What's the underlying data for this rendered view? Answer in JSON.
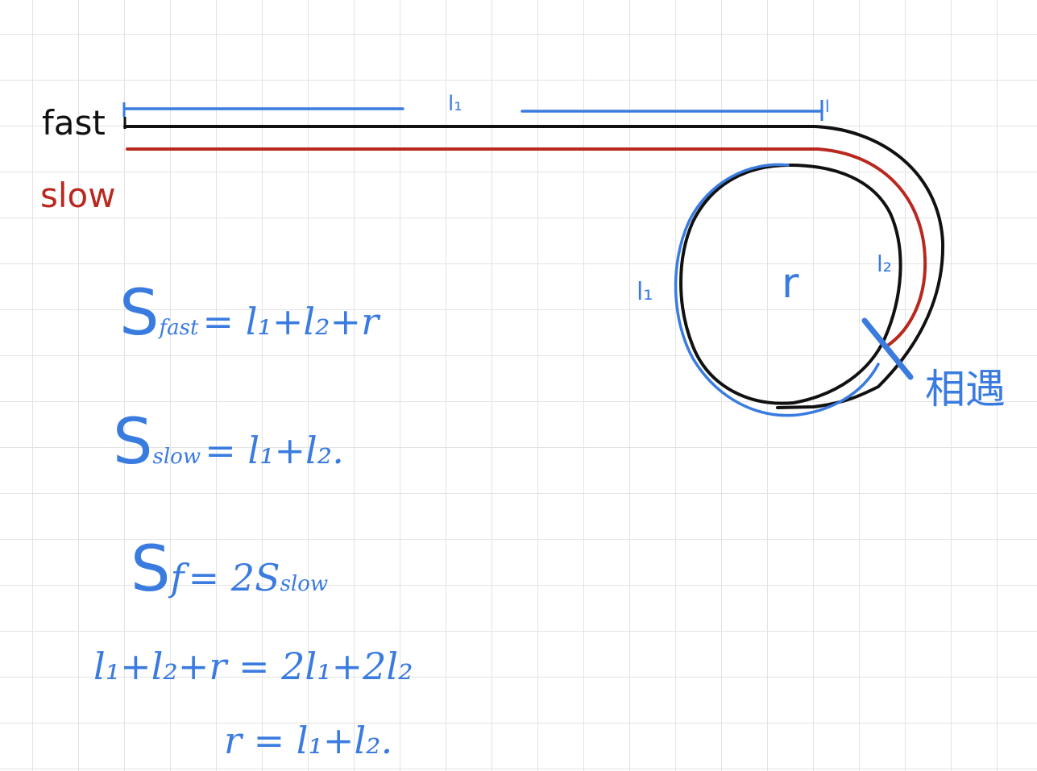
{
  "labels": {
    "fast": "fast",
    "slow": "slow",
    "top_segment": "l₁",
    "top_end_mark": "l",
    "circle_arc_left": "l₁",
    "circle_arc_right": "l₂",
    "radius": "r",
    "meet": "相遇"
  },
  "equations": [
    {
      "s": "S",
      "sub": "fast",
      "rest": "= l₁+l₂+r"
    },
    {
      "s": "S",
      "sub": "slow",
      "rest": "= l₁+l₂."
    },
    {
      "s": "S",
      "sub": "f",
      "rest": "= 2S",
      "sub2": "slow"
    },
    {
      "line": "l₁+l₂+r = 2l₁+2l₂"
    },
    {
      "line": "r = l₁+l₂."
    }
  ],
  "colors": {
    "fast": "#111111",
    "slow": "#b8281f",
    "annotation": "#3a7be0",
    "grid": "#e3e3e3"
  }
}
